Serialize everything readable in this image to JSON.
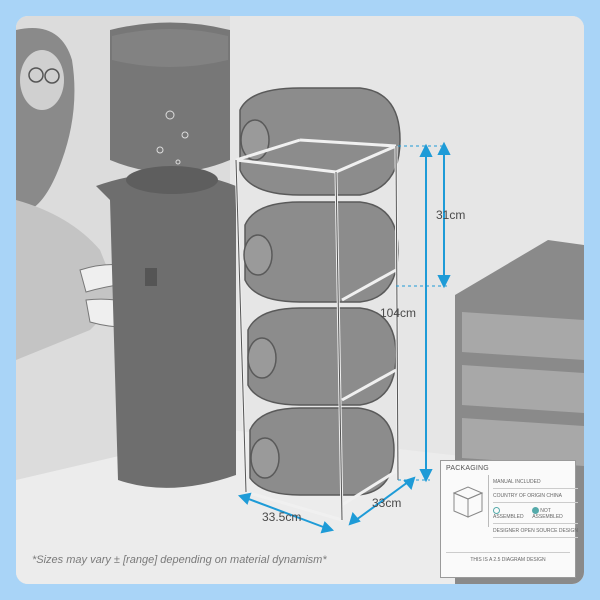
{
  "dimensions": {
    "height_total": "104cm",
    "shelf_spacing": "31cm",
    "width": "33.5cm",
    "depth": "33cm"
  },
  "disclaimer": "*Sizes may vary ± [range] depending on material dynamism*",
  "packaging": {
    "title": "PACKAGING",
    "manual": "MANUAL   INCLUDED",
    "origin": "COUNTRY OF ORIGIN   CHINA",
    "assembled": "ASSEMBLED",
    "not_assembled": "NOT ASSEMBLED",
    "designer": "DESIGNER   OPEN SOURCE DESIGN",
    "footer": "THIS IS A 2.5 DIAGRAM DESIGN"
  },
  "colors": {
    "border": "#a9d4f7",
    "dimension_line": "#1e9bd7",
    "scene_dark": "#6e6e6e",
    "scene_light": "#c8c8c8"
  }
}
